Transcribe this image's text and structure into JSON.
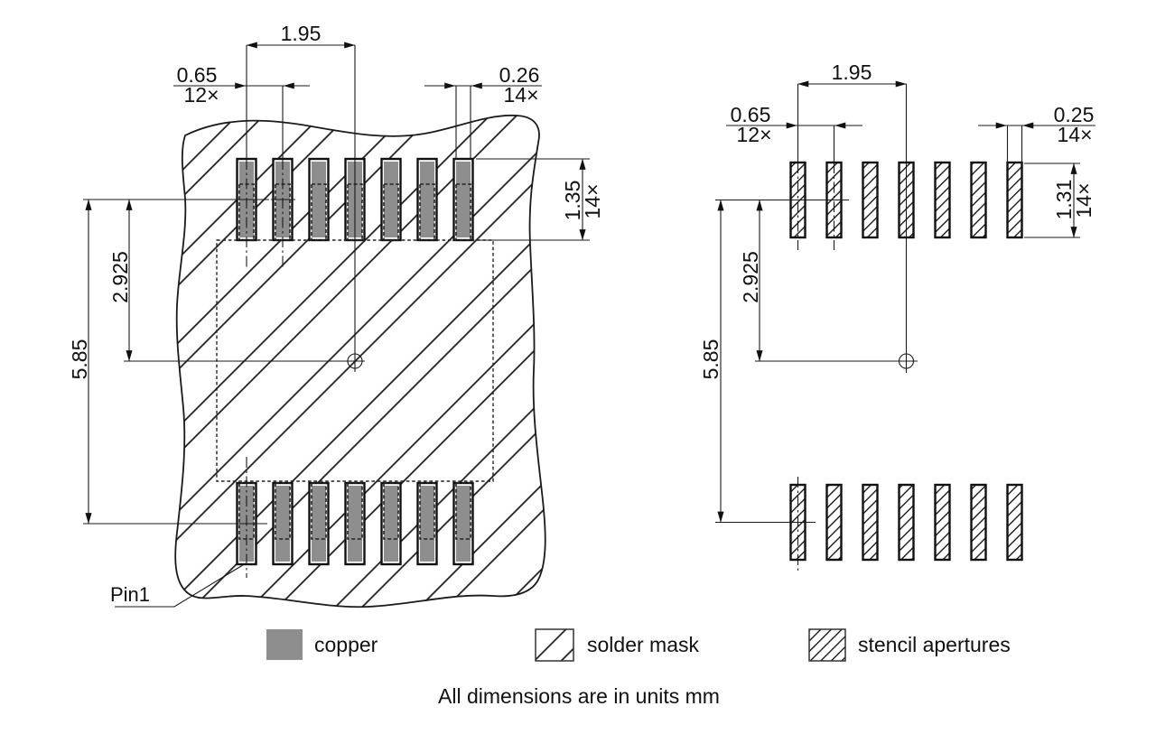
{
  "note": "All dimensions are in units mm",
  "colors": {
    "copper": "#8e8e8e",
    "line": "#1a1a1a"
  },
  "legend": {
    "copper_label": "copper",
    "solder_mask_label": "solder mask",
    "stencil_label": "stencil apertures"
  },
  "left_view": {
    "pin_label": "Pin1",
    "pitch_span": "1.95",
    "pitch": "0.65",
    "pitch_count": "12×",
    "pad_width": "0.26",
    "pad_width_count": "14×",
    "pad_length": "1.35",
    "pad_length_count": "14×",
    "row_half_span": "2.925",
    "row_span": "5.85"
  },
  "right_view": {
    "pitch_span": "1.95",
    "pitch": "0.65",
    "pitch_count": "12×",
    "aperture_width": "0.25",
    "aperture_width_count": "14×",
    "aperture_length": "1.31",
    "aperture_length_count": "14×",
    "row_half_span": "2.925",
    "row_span": "5.85"
  }
}
